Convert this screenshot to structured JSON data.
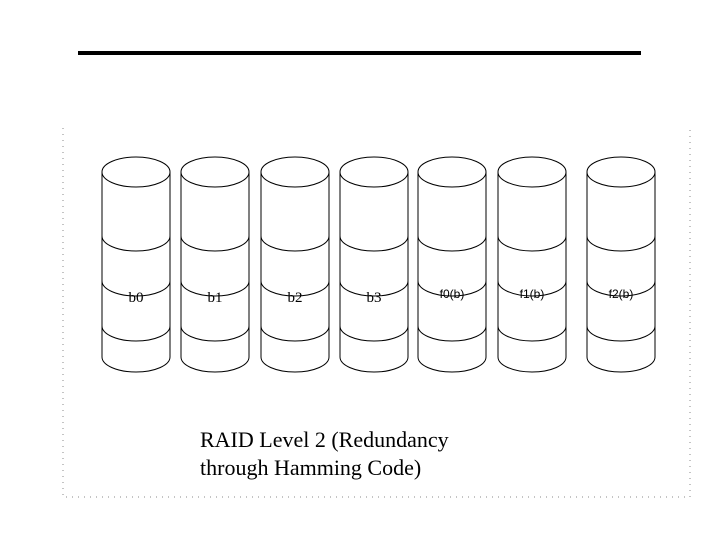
{
  "disks": [
    {
      "label": "b0"
    },
    {
      "label": "b1"
    },
    {
      "label": "b2"
    },
    {
      "label": "b3"
    },
    {
      "label": "f0(b)"
    },
    {
      "label": "f1(b)"
    },
    {
      "label": "f2(b)"
    }
  ],
  "caption": {
    "line1": "RAID  Level  2  (Redundancy",
    "line2": "through Hamming Code)"
  },
  "colors": {
    "stroke": "#000000",
    "background": "#ffffff",
    "dotted_border": "#888888"
  }
}
